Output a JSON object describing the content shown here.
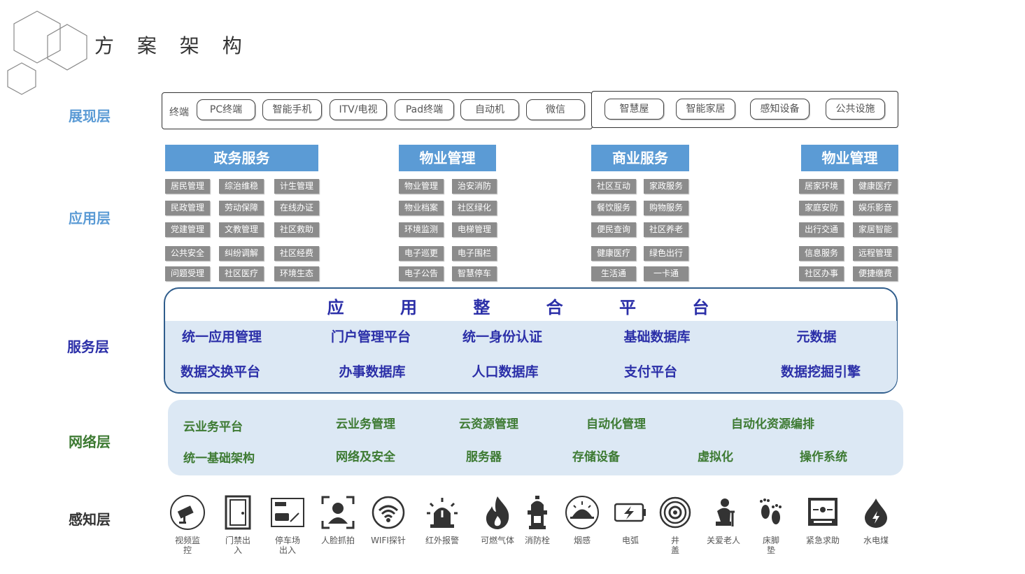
{
  "title": "方 案 架 构",
  "layers": {
    "display": {
      "label": "展现层",
      "color": "#5b9bd5"
    },
    "application": {
      "label": "应用层",
      "color": "#5b9bd5"
    },
    "service": {
      "label": "服务层",
      "color": "#2b2fa8"
    },
    "network": {
      "label": "网络层",
      "color": "#3d7a32"
    },
    "sensing": {
      "label": "感知层",
      "color": "#333333"
    }
  },
  "display_layer": {
    "terminal_label": "终端",
    "terminals": [
      "PC终端",
      "智能手机",
      "ITV/电视",
      "Pad终端",
      "自动机",
      "微信"
    ],
    "devices": [
      "智慧屋",
      "智能家居",
      "感知设备",
      "公共设施"
    ]
  },
  "application_layer": {
    "categories": [
      {
        "title": "政务服务",
        "rows": [
          [
            "居民管理",
            "综治维稳",
            "计生管理"
          ],
          [
            "民政管理",
            "劳动保障",
            "在线办证"
          ],
          [
            "党建管理",
            "文教管理",
            "社区救助"
          ],
          [
            "公共安全",
            "纠纷调解",
            "社区经费"
          ],
          [
            "问题受理",
            "社区医疗",
            "环境生态"
          ]
        ]
      },
      {
        "title": "物业管理",
        "rows": [
          [
            "物业管理",
            "治安消防"
          ],
          [
            "物业档案",
            "社区绿化"
          ],
          [
            "环境监测",
            "电梯管理"
          ],
          [
            "电子巡更",
            "电子围栏"
          ],
          [
            "电子公告",
            "智慧停车"
          ]
        ]
      },
      {
        "title": "商业服务",
        "rows": [
          [
            "社区互动",
            "家政服务"
          ],
          [
            "餐饮服务",
            "购物服务"
          ],
          [
            "便民查询",
            "社区养老"
          ],
          [
            "健康医疗",
            "绿色出行"
          ],
          [
            "生活通",
            "一卡通"
          ]
        ]
      },
      {
        "title": "物业管理",
        "rows": [
          [
            "居家环境",
            "健康医疗"
          ],
          [
            "家庭安防",
            "娱乐影音"
          ],
          [
            "出行交通",
            "家居智能"
          ],
          [
            "信息服务",
            "远程管理"
          ],
          [
            "社区办事",
            "便捷缴费"
          ]
        ]
      }
    ]
  },
  "service_layer": {
    "title": "应 用 整 合 平 台",
    "row1": [
      "统一应用管理",
      "门户管理平台",
      "统一身份认证",
      "基础数据库",
      "元数据"
    ],
    "row2": [
      "数据交换平台",
      "办事数据库",
      "人口数据库",
      "支付平台",
      "数据挖掘引擎"
    ]
  },
  "network_layer": {
    "row1": [
      "云业务平台",
      "云业务管理",
      "云资源管理",
      "自动化管理",
      "自动化资源编排"
    ],
    "row2": [
      "统一基础架构",
      "网络及安全",
      "服务器",
      "存储设备",
      "虚拟化",
      "操作系统"
    ]
  },
  "sensing_layer": {
    "items": [
      {
        "icon": "camera-icon",
        "label": "视频监\n控"
      },
      {
        "icon": "door-icon",
        "label": "门禁出\n入"
      },
      {
        "icon": "parking-icon",
        "label": "停车场\n出入"
      },
      {
        "icon": "face-scan-icon",
        "label": "人脸抓拍"
      },
      {
        "icon": "wifi-icon",
        "label": "WIFI探针"
      },
      {
        "icon": "alarm-light-icon",
        "label": "红外报警"
      },
      {
        "icon": "flame-icon",
        "label": "可燃气体"
      },
      {
        "icon": "hydrant-icon",
        "label": "消防栓"
      },
      {
        "icon": "smoke-detector-icon",
        "label": "烟感"
      },
      {
        "icon": "battery-arc-icon",
        "label": "电弧"
      },
      {
        "icon": "manhole-icon",
        "label": "井\n盖"
      },
      {
        "icon": "elderly-icon",
        "label": "关爱老人"
      },
      {
        "icon": "footprint-icon",
        "label": "床脚\n垫"
      },
      {
        "icon": "emergency-panel-icon",
        "label": "紧急求助"
      },
      {
        "icon": "water-drop-icon",
        "label": "水电煤"
      }
    ]
  }
}
